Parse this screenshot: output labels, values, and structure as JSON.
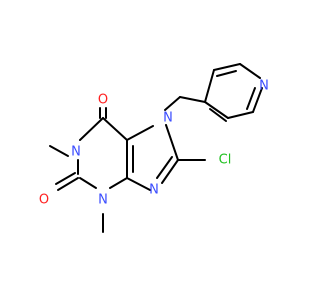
{
  "molecule": {
    "atoms": {
      "o_top": {
        "text": "O",
        "element": "O"
      },
      "o_left": {
        "text": "O",
        "element": "O"
      },
      "n1": {
        "text": "N",
        "element": "N"
      },
      "n3": {
        "text": "N",
        "element": "N"
      },
      "n7": {
        "text": "N",
        "element": "N"
      },
      "n9": {
        "text": "N",
        "element": "N"
      },
      "n_pyr": {
        "text": "N",
        "element": "N"
      },
      "cl": {
        "text": "Cl",
        "element": "Cl"
      }
    },
    "colors": {
      "carbon": "#000000",
      "nitrogen": "#3a4cff",
      "oxygen": "#ff2020",
      "chlorine": "#20c020"
    }
  }
}
